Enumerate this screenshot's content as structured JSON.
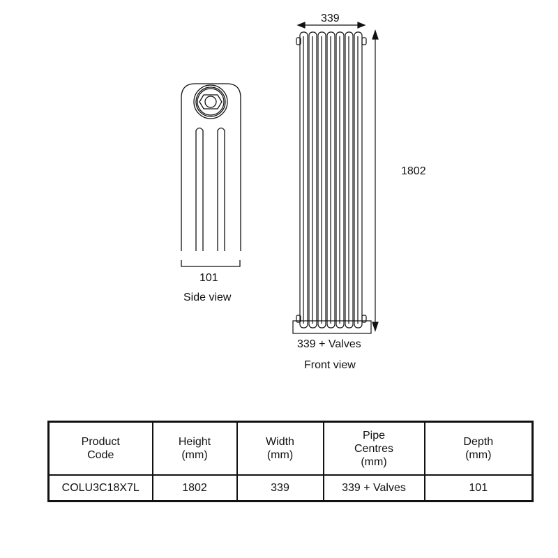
{
  "side_view": {
    "dimension": "101",
    "caption": "Side view"
  },
  "front_view": {
    "width_dimension": "339",
    "height_dimension": "1802",
    "pipe_dimension": "339 + Valves",
    "caption": "Front view",
    "column_count": 7
  },
  "table": {
    "headers": [
      {
        "line1": "Product",
        "line2": "Code",
        "line3": ""
      },
      {
        "line1": "Height",
        "line2": "(mm)",
        "line3": ""
      },
      {
        "line1": "Width",
        "line2": "(mm)",
        "line3": ""
      },
      {
        "line1": "Pipe",
        "line2": "Centres",
        "line3": "(mm)"
      },
      {
        "line1": "Depth",
        "line2": "(mm)",
        "line3": ""
      }
    ],
    "row": [
      "COLU3C18X7L",
      "1802",
      "339",
      "339 + Valves",
      "101"
    ]
  }
}
